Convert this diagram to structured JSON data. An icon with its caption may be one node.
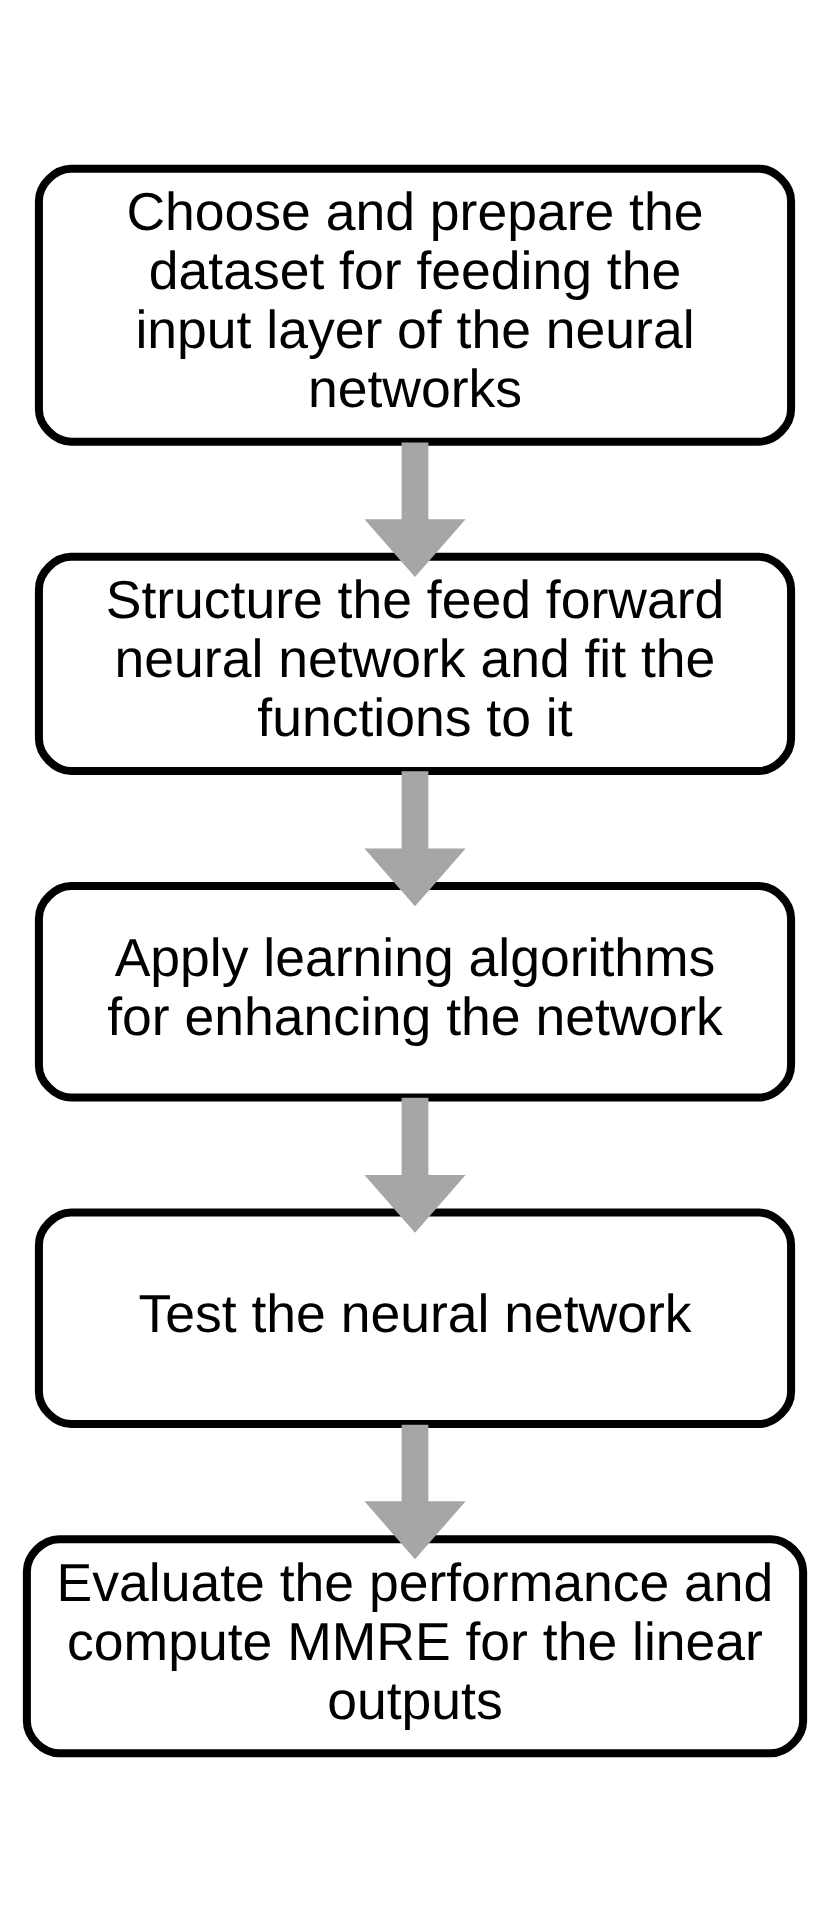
{
  "diagram": {
    "nodes": [
      {
        "text": [
          "Choose and prepare the dataset for feeding the input layer of the neural networks"
        ]
      },
      {
        "text": [
          "Structure the feed forward neural network and fit the functions to it"
        ]
      },
      {
        "text": [
          "Apply learning algorithms for enhancing the network"
        ]
      },
      {
        "text": [
          "Test the neural network"
        ]
      },
      {
        "text": [
          "Evaluate the performance and compute MMRE for the linear outputs"
        ]
      }
    ],
    "edges": [
      {
        "from": 0,
        "to": 1,
        "arrow": "to"
      },
      {
        "from": 1,
        "to": 2,
        "arrow": "to"
      },
      {
        "from": 2,
        "to": 3,
        "arrow": "to"
      },
      {
        "from": 3,
        "to": 4,
        "arrow": "to"
      }
    ]
  }
}
